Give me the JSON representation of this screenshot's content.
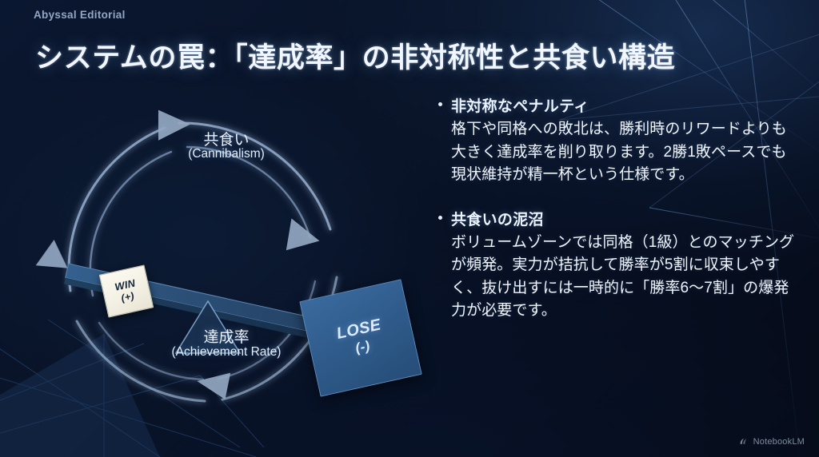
{
  "header": {
    "eyebrow": "Abyssal Editorial",
    "title": "システムの罠：「達成率」の非対称性と共食い構造"
  },
  "diagram": {
    "ring": {
      "label_jp": "共食い",
      "label_en": "(Cannibalism)"
    },
    "fulcrum": {
      "label_jp": "達成率",
      "label_en": "(Achievement Rate)"
    },
    "win_block": {
      "label": "WIN",
      "sign": "(+)"
    },
    "lose_block": {
      "label": "LOSE",
      "sign": "(-)"
    },
    "colors": {
      "lose_fill": "#2f5c8c",
      "win_fill": "#f5f2e6",
      "plank": "#2a4straight"
    }
  },
  "bullets": [
    {
      "heading": "非対称なペナルティ",
      "body": "格下や同格への敗北は、勝利時のリワードよりも大きく達成率を削り取ります。2勝1敗ペースでも現状維持が精一杯という仕様です。"
    },
    {
      "heading": "共食いの泥沼",
      "body": "ボリュームゾーンでは同格（1級）とのマッチングが頻発。実力が拮抗して勝率が5割に収束しやすく、抜け出すには一時的に「勝率6〜7割」の爆発力が必要です。"
    }
  ],
  "watermark": {
    "text": "NotebookLM",
    "icon": "notebooklm-logo-icon"
  }
}
